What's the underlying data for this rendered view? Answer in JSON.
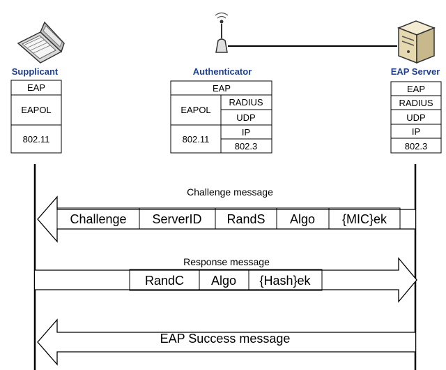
{
  "entities": {
    "supplicant": {
      "label": "Supplicant",
      "icon": "laptop-icon",
      "stack": {
        "eap": "EAP",
        "eapol": "EAPOL",
        "phy": "802.11"
      }
    },
    "authenticator": {
      "label": "Authenticator",
      "icon": "wireless-access-point-icon",
      "stack": {
        "eap": "EAP",
        "eapol": "EAPOL",
        "radius": "RADIUS",
        "udp": "UDP",
        "phy": "802.11",
        "ip": "IP",
        "eth": "802.3"
      }
    },
    "server": {
      "label": "EAP Server",
      "icon": "server-icon",
      "stack": {
        "eap": "EAP",
        "radius": "RADIUS",
        "udp": "UDP",
        "ip": "IP",
        "eth": "802.3"
      }
    }
  },
  "messages": {
    "challenge": {
      "title": "Challenge message",
      "direction": "server-to-supplicant",
      "fields": [
        "Challenge",
        "ServerID",
        "RandS",
        "Algo",
        "{MIC}ek"
      ]
    },
    "response": {
      "title": "Response message",
      "direction": "supplicant-to-server",
      "fields": [
        "RandC",
        "Algo",
        "{Hash}ek"
      ]
    },
    "success": {
      "title": "EAP Success message",
      "direction": "server-to-supplicant"
    }
  },
  "colors": {
    "role_label": "#1f3f8f",
    "line": "#000000",
    "server_body": "#e6d9b0"
  }
}
